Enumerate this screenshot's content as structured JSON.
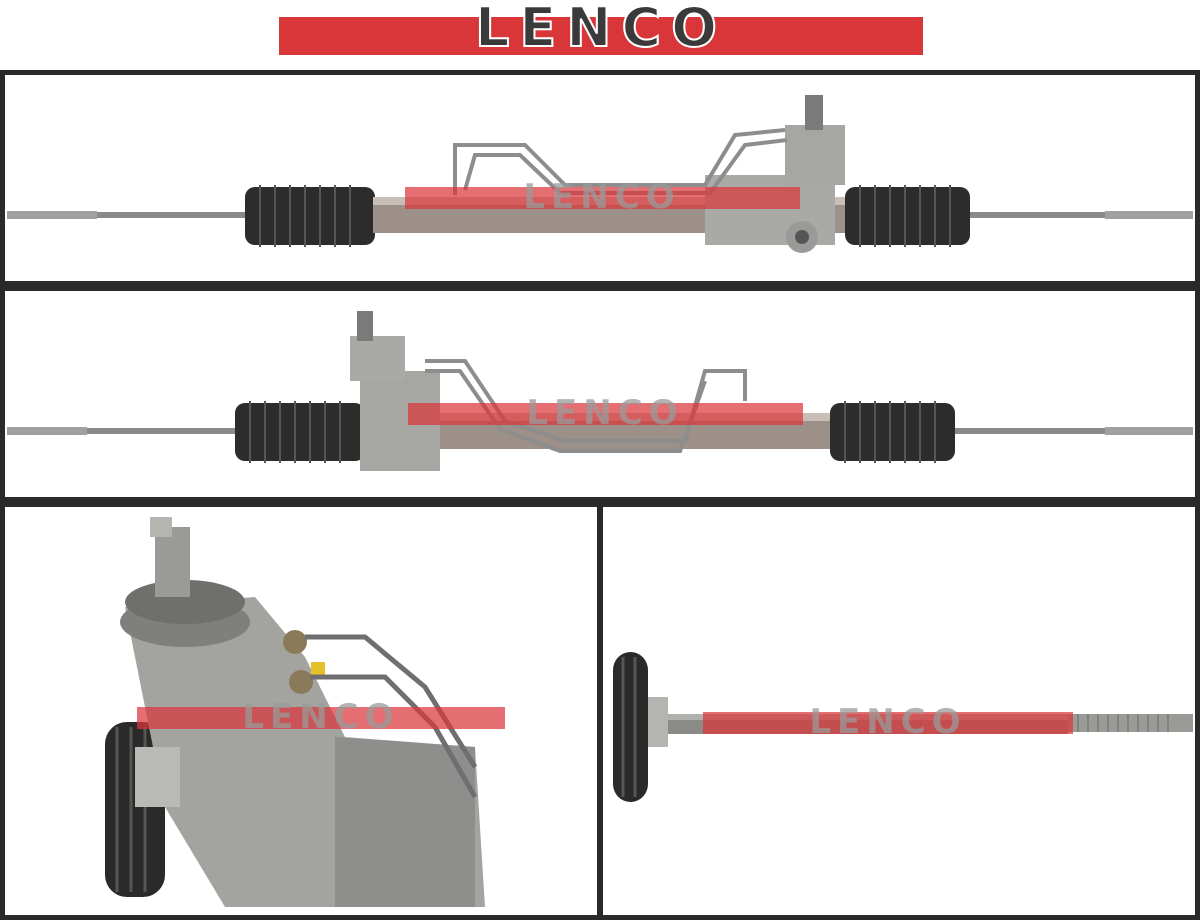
{
  "brand": {
    "logo_text": "LENCO",
    "primary_color": "#d9363a",
    "dark_color": "#2a2a2a"
  },
  "watermark_text": "LENCO",
  "product_views": [
    {
      "id": "top-view",
      "icon": "steering-rack-front-view"
    },
    {
      "id": "rear-view",
      "icon": "steering-rack-rear-view"
    },
    {
      "id": "pinion-closeup",
      "icon": "pinion-housing-closeup"
    },
    {
      "id": "tie-rod-closeup",
      "icon": "tie-rod-closeup"
    }
  ]
}
